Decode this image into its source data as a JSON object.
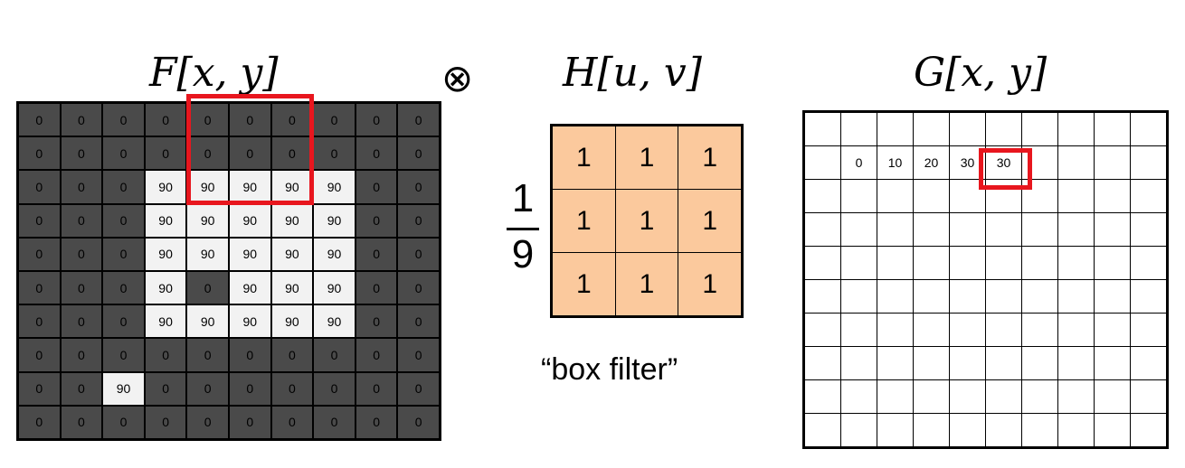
{
  "titles": {
    "F": "F[x, y]",
    "H": "H[u, v]",
    "G": "G[x, y]"
  },
  "operator": "⊗",
  "fraction": {
    "numerator": "1",
    "denominator": "9"
  },
  "caption": "“box filter”",
  "F_values": [
    [
      0,
      0,
      0,
      0,
      0,
      0,
      0,
      0,
      0,
      0
    ],
    [
      0,
      0,
      0,
      0,
      0,
      0,
      0,
      0,
      0,
      0
    ],
    [
      0,
      0,
      0,
      90,
      90,
      90,
      90,
      90,
      0,
      0
    ],
    [
      0,
      0,
      0,
      90,
      90,
      90,
      90,
      90,
      0,
      0
    ],
    [
      0,
      0,
      0,
      90,
      90,
      90,
      90,
      90,
      0,
      0
    ],
    [
      0,
      0,
      0,
      90,
      0,
      90,
      90,
      90,
      0,
      0
    ],
    [
      0,
      0,
      0,
      90,
      90,
      90,
      90,
      90,
      0,
      0
    ],
    [
      0,
      0,
      0,
      0,
      0,
      0,
      0,
      0,
      0,
      0
    ],
    [
      0,
      0,
      90,
      0,
      0,
      0,
      0,
      0,
      0,
      0
    ],
    [
      0,
      0,
      0,
      0,
      0,
      0,
      0,
      0,
      0,
      0
    ]
  ],
  "H_values": [
    [
      1,
      1,
      1
    ],
    [
      1,
      1,
      1
    ],
    [
      1,
      1,
      1
    ]
  ],
  "G_values": [
    [
      "",
      "",
      "",
      "",
      "",
      "",
      "",
      "",
      "",
      ""
    ],
    [
      "",
      "0",
      "10",
      "20",
      "30",
      "30",
      "",
      "",
      "",
      ""
    ],
    [
      "",
      "",
      "",
      "",
      "",
      "",
      "",
      "",
      "",
      ""
    ],
    [
      "",
      "",
      "",
      "",
      "",
      "",
      "",
      "",
      "",
      ""
    ],
    [
      "",
      "",
      "",
      "",
      "",
      "",
      "",
      "",
      "",
      ""
    ],
    [
      "",
      "",
      "",
      "",
      "",
      "",
      "",
      "",
      "",
      ""
    ],
    [
      "",
      "",
      "",
      "",
      "",
      "",
      "",
      "",
      "",
      ""
    ],
    [
      "",
      "",
      "",
      "",
      "",
      "",
      "",
      "",
      "",
      ""
    ],
    [
      "",
      "",
      "",
      "",
      "",
      "",
      "",
      "",
      "",
      ""
    ],
    [
      "",
      "",
      "",
      "",
      "",
      "",
      "",
      "",
      "",
      ""
    ]
  ],
  "colors": {
    "highlight": "#e8161e",
    "dark_pixel": "#4a4a4a",
    "light_pixel": "#f2f2f2",
    "kernel_fill": "#fbc99d"
  }
}
